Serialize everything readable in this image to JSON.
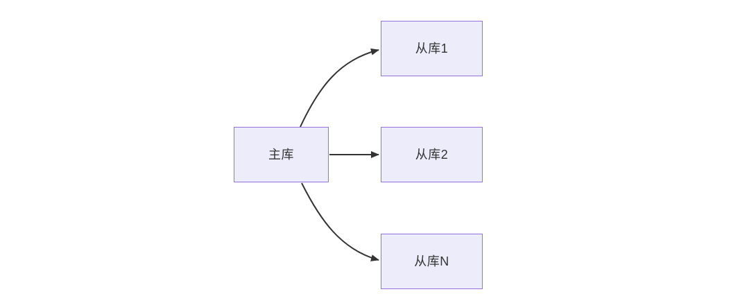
{
  "diagram": {
    "type": "flowchart",
    "description": "Database master-slave replication topology",
    "colors": {
      "background": "#ffffff",
      "node_fill": "#ECECFA",
      "node_border": "#9370DB",
      "edge": "#333333",
      "text": "#333333"
    },
    "nodes": [
      {
        "id": "master",
        "label": "主库"
      },
      {
        "id": "slave1",
        "label": "从库1"
      },
      {
        "id": "slave2",
        "label": "从库2"
      },
      {
        "id": "slaveN",
        "label": "从库N"
      }
    ],
    "edges": [
      {
        "from": "master",
        "to": "slave1",
        "style": "curved-up"
      },
      {
        "from": "master",
        "to": "slave2",
        "style": "straight"
      },
      {
        "from": "master",
        "to": "slaveN",
        "style": "curved-down"
      }
    ]
  }
}
